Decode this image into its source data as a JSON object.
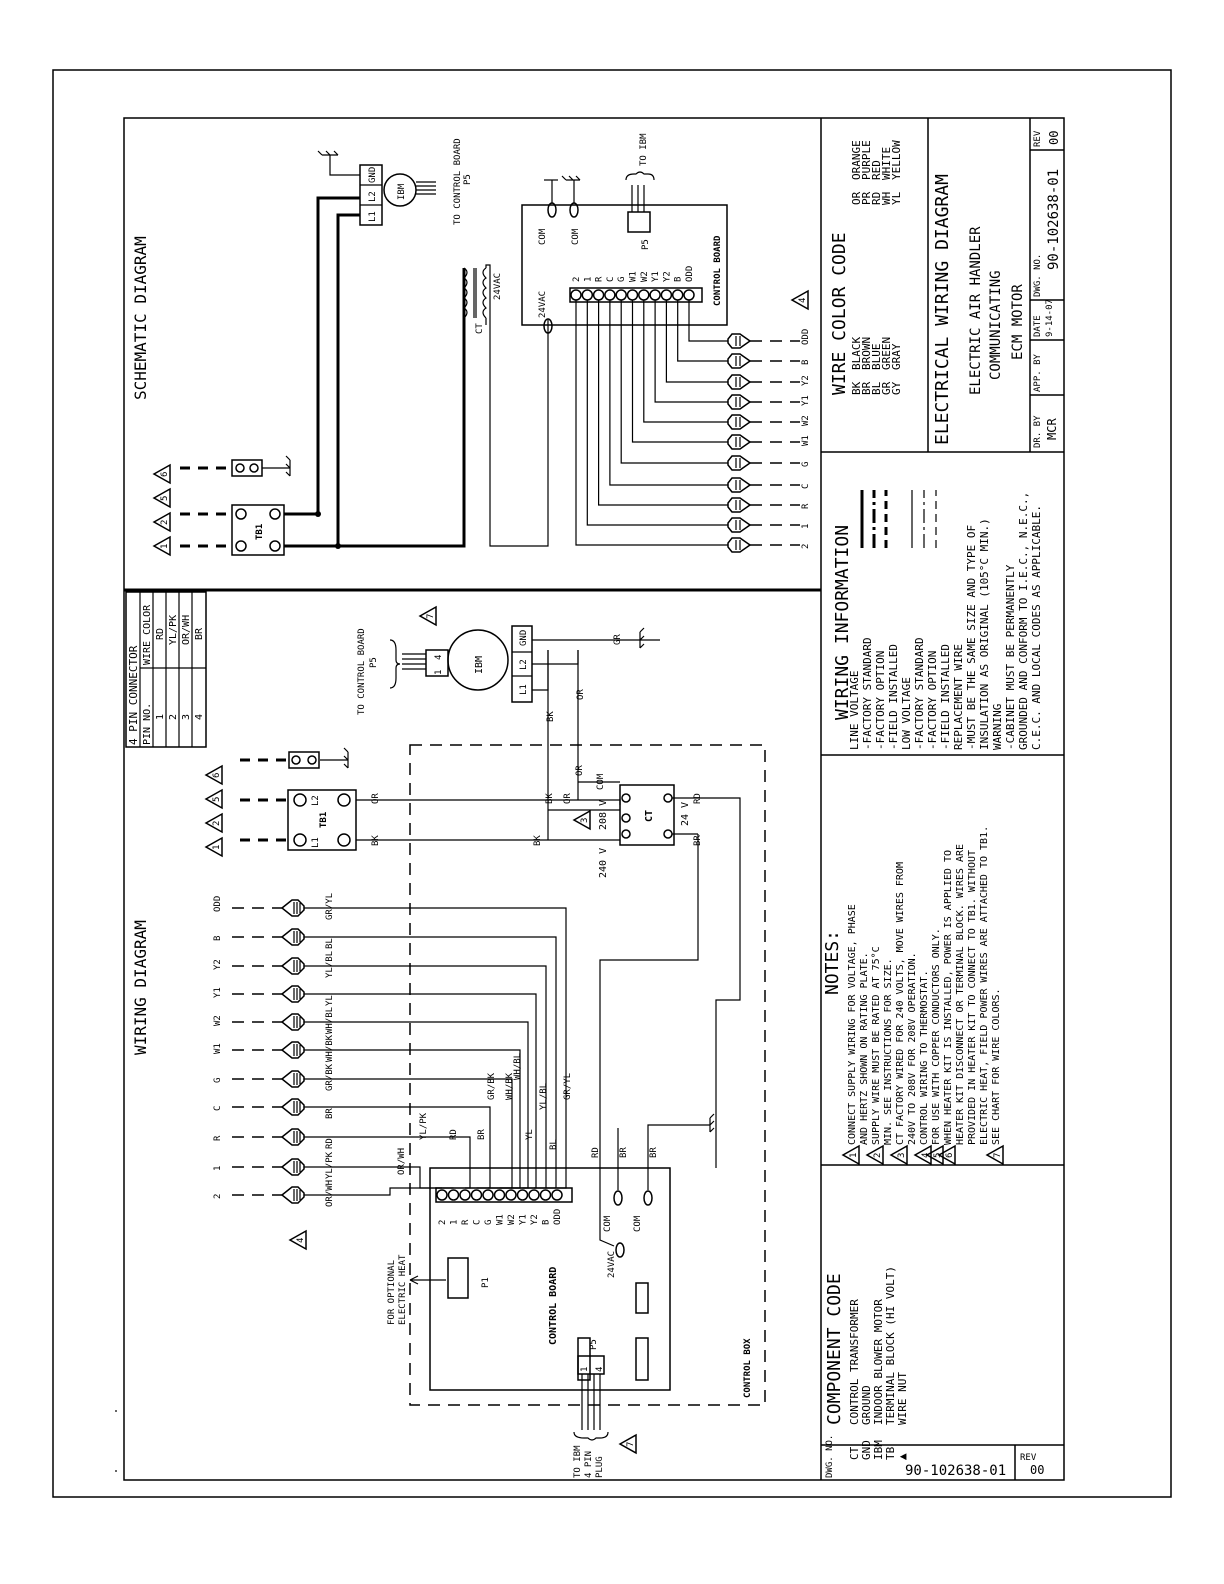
{
  "wiring_diagram": {
    "title": "WIRING DIAGRAM",
    "thermostat_terminals": [
      "2",
      "1",
      "R",
      "C",
      "G",
      "W1",
      "W2",
      "Y1",
      "Y2",
      "B",
      "ODD"
    ],
    "wire_colors": [
      "OR/WH",
      "YL/PK",
      "RD",
      "BR",
      "GR/BK",
      "WH/BK",
      "WH/BL",
      "YL",
      "YL/BL",
      "BL",
      "GR/YL"
    ],
    "board_wire_labels": [
      "OR/WH",
      "YL/PK",
      "RD",
      "BR",
      "GR/BK",
      "WH/BK",
      "WH/BL",
      "YL",
      "YL/BL",
      "BL",
      "GR/YL"
    ],
    "power_labels": {
      "or": "OR",
      "bk": "BK",
      "rd": "RD",
      "br": "BR",
      "com": "COM",
      "v208": "208\nV",
      "v240": "240\nV",
      "v24": "24\nV",
      "ct": "CT",
      "gr": "GR"
    },
    "tb_label": "TB1",
    "tb_terminals": [
      "L1",
      "L2"
    ],
    "motor": {
      "label": "IBM",
      "l1": "L1",
      "l2": "L2",
      "gnd": "GND",
      "plug_pins": [
        "1",
        "4"
      ]
    },
    "to_control_board": "TO CONTROL BOARD",
    "p5": "P5",
    "control_board": "CONTROL BOARD",
    "control_box": "CONTROL BOX",
    "board_terminal_labels": [
      "2",
      "1",
      "R",
      "C",
      "G",
      "W1",
      "W2",
      "Y1",
      "Y2",
      "B",
      "ODD"
    ],
    "com": "COM",
    "v24ac": "24VAC",
    "p1": "P1",
    "for_optional": "FOR OPTIONAL",
    "electric_heat": "ELECTRIC HEAT",
    "to_ibm": "TO IBM",
    "pin4": "4 PIN",
    "plug": "PLUG",
    "note_marks": [
      "1",
      "2",
      "3",
      "4",
      "5",
      "6",
      "7"
    ]
  },
  "pin_connector": {
    "title": "4 PIN CONNECTOR",
    "header": [
      "PIN NO.",
      "WIRE COLOR"
    ],
    "rows": [
      [
        "1",
        "RD"
      ],
      [
        "2",
        "YL/PK"
      ],
      [
        "3",
        "OR/WH"
      ],
      [
        "4",
        "BR"
      ]
    ]
  },
  "schematic": {
    "title": "SCHEMATIC DIAGRAM",
    "terminals": [
      "2",
      "1",
      "R",
      "C",
      "G",
      "W1",
      "W2",
      "Y1",
      "Y2",
      "B",
      "ODD"
    ],
    "to_ibm": "TO IBM",
    "to_control_board": "TO CONTROL BOARD",
    "p5": "P5",
    "v24ac": "24VAC",
    "com": "COM",
    "ct": "CT",
    "board_terms": [
      "2",
      "1",
      "R",
      "C",
      "G",
      "W1",
      "W2",
      "Y1",
      "Y2",
      "B",
      "ODD"
    ],
    "control_board": "CONTROL BOARD",
    "tb": "TB1",
    "ibm": "IBM",
    "motor_terms": [
      "L1",
      "L2",
      "GND"
    ]
  },
  "component_code": {
    "title": "COMPONENT CODE",
    "rows": [
      [
        "CT",
        "CONTROL TRANSFORMER"
      ],
      [
        "GND",
        "GROUND"
      ],
      [
        "IBM",
        "INDOOR BLOWER MOTOR"
      ],
      [
        "TB",
        "TERMINAL BLOCK (HI VOLT)"
      ],
      [
        "▲",
        "WIRE NUT"
      ]
    ]
  },
  "notes": {
    "title": "NOTES:",
    "items": [
      "CONNECT SUPPLY WIRING FOR VOLTAGE, PHASE",
      "AND HERTZ SHOWN ON RATING PLATE.",
      "SUPPLY WIRE MUST BE RATED AT 75°C",
      "MIN. SEE INSTRUCTIONS FOR SIZE.",
      "CT FACTORY WIRED FOR 240 VOLTS, MOVE WIRES FROM",
      "240V TO 208V FOR 208V OPERATION.",
      "CONTROL WIRING TO THERMOSTAT.",
      "FOR USE WITH COPPER CONDUCTORS ONLY.",
      "WHEN HEATER KIT IS INSTALLED, POWER IS APPLIED TO",
      "HEATER KIT DISCONNECT OR TERMINAL BLOCK. WIRES ARE",
      "PROVIDED IN HEATER KIT TO CONNECT TO TB1. WITHOUT",
      "ELECTRIC HEAT, FIELD POWER WIRES ARE ATTACHED TO TB1.",
      "SEE CHART FOR WIRE COLORS."
    ]
  },
  "wiring_info": {
    "title": "WIRING INFORMATION",
    "items": [
      "LINE VOLTAGE",
      "-FACTORY STANDARD",
      "-FACTORY OPTION",
      "-FIELD INSTALLED",
      "LOW VOLTAGE",
      "-FACTORY STANDARD",
      "-FACTORY OPTION",
      "-FIELD INSTALLED",
      "REPLACEMENT WIRE",
      "-MUST BE THE SAME SIZE AND TYPE OF",
      "INSULATION AS ORIGINAL (105°C MIN.)",
      "WARNING",
      "-CABINET MUST BE PERMANENTLY",
      "GROUNDED AND CONFORM TO I.E.C., N.E.C.,",
      "C.E.C. AND LOCAL CODES AS APPLICABLE."
    ]
  },
  "color_code": {
    "title": "WIRE COLOR CODE",
    "col1": [
      [
        "BK",
        "BLACK"
      ],
      [
        "BR",
        "BROWN"
      ],
      [
        "BL",
        "BLUE"
      ],
      [
        "GR",
        "GREEN"
      ],
      [
        "GY",
        "GRAY"
      ]
    ],
    "col2": [
      [
        "OR",
        "ORANGE"
      ],
      [
        "PR",
        "PURPLE"
      ],
      [
        "RD",
        "RED"
      ],
      [
        "WH",
        "WHITE"
      ],
      [
        "YL",
        "YELLOW"
      ]
    ]
  },
  "title_block": {
    "title": "ELECTRICAL WIRING DIAGRAM",
    "sub1": "ELECTRIC AIR HANDLER",
    "sub2": "COMMUNICATING",
    "sub3": "ECM MOTOR",
    "dr_by_label": "DR. BY",
    "dr_by": "MCR",
    "app_by_label": "APP. BY",
    "date_label": "DATE",
    "date": "9-14-07",
    "dwg_label": "DWG. NO.",
    "dwg": "90-102638-01",
    "rev_label": "REV",
    "rev": "00"
  },
  "bottom_box": {
    "dwg_label": "DWG. NO.",
    "dwg": "90-102638-01",
    "rev_label": "REV",
    "rev": "00"
  }
}
